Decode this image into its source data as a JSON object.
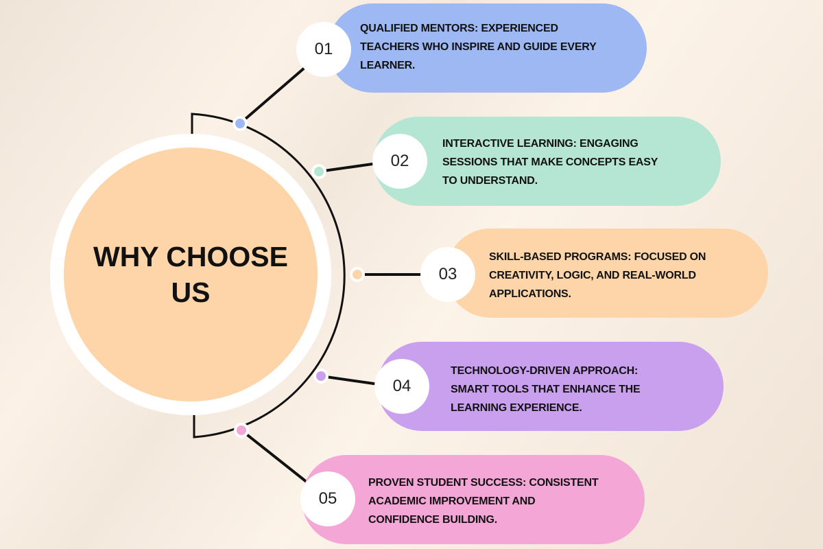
{
  "title": "WHY CHOOSE US",
  "items": [
    {
      "number": "01",
      "line1": "QUALIFIED MENTORS: EXPERIENCED",
      "line2": "TEACHERS WHO INSPIRE AND GUIDE EVERY",
      "line3": "LEARNER.",
      "color": "#9db8f3"
    },
    {
      "number": "02",
      "line1": "INTERACTIVE LEARNING: ENGAGING",
      "line2": "SESSIONS THAT MAKE CONCEPTS EASY",
      "line3": "TO UNDERSTAND.",
      "color": "#b5e6d3"
    },
    {
      "number": "03",
      "line1": "SKILL-BASED PROGRAMS: FOCUSED ON",
      "line2": "CREATIVITY, LOGIC, AND REAL-WORLD",
      "line3": "APPLICATIONS.",
      "color": "#fdd5a8"
    },
    {
      "number": "04",
      "line1": "TECHNOLOGY-DRIVEN APPROACH:",
      "line2": "SMART TOOLS THAT ENHANCE THE",
      "line3": "LEARNING EXPERIENCE.",
      "color": "#c9a0ee"
    },
    {
      "number": "05",
      "line1": "PROVEN STUDENT SUCCESS: CONSISTENT",
      "line2": "ACADEMIC IMPROVEMENT AND",
      "line3": "CONFIDENCE BUILDING.",
      "color": "#f4a6d7"
    }
  ]
}
